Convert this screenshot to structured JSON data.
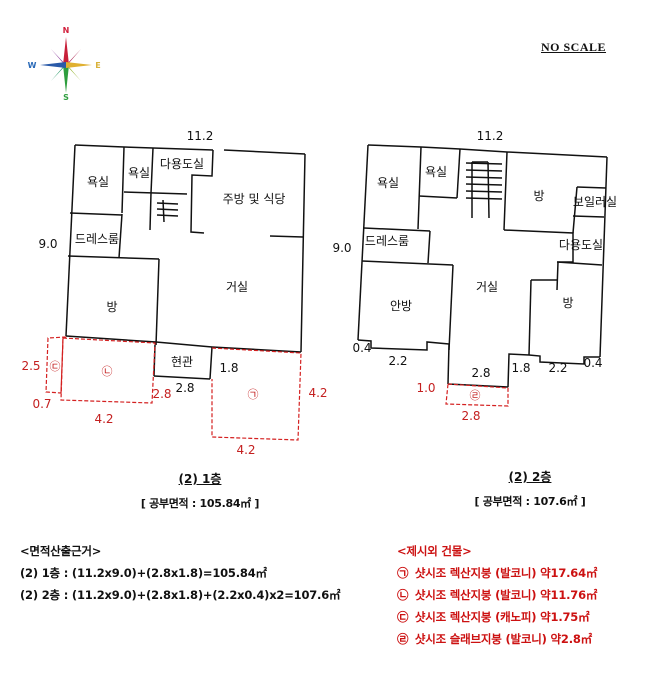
{
  "compass": {
    "north": "N",
    "south": "S",
    "east": "E",
    "west": "W",
    "colors": {
      "north": "#d21f3c",
      "south": "#2e9e3e",
      "east": "#d9b23a",
      "west": "#2a6ab8"
    }
  },
  "scale_note": "NO SCALE",
  "floor1": {
    "dim_top": "11.2",
    "dim_left": "9.0",
    "rooms": {
      "bath1": "욕실",
      "bath2": "욕실",
      "utility": "다용도실",
      "kitchen": "주방 및 식당",
      "dressroom": "드레스룸",
      "room": "방",
      "living": "거실",
      "entrance": "현관"
    },
    "dims_black": {
      "entrance_width": "2.8",
      "entrance_depth": "1.8"
    },
    "dims_red": {
      "c_height": "2.5",
      "c_width": "0.7",
      "b_width": "4.2",
      "b_height": "2.8",
      "a_width": "4.2",
      "a_height": "4.2"
    },
    "markers": {
      "a": "㉠",
      "b": "㉡",
      "c": "㉢"
    },
    "caption_title": "(2) 1층",
    "caption_area": "[ 공부면적 : 105.84㎡ ]"
  },
  "floor2": {
    "dim_top": "11.2",
    "dim_left": "9.0",
    "rooms": {
      "bath1": "욕실",
      "bath2": "욕실",
      "room_right": "방",
      "boiler": "보일러실",
      "dressroom": "드레스룸",
      "utility": "다용도실",
      "master": "안방",
      "living": "거실",
      "room_small": "방"
    },
    "dims_black": {
      "left_step": "0.4",
      "left_width": "2.2",
      "center_width": "2.8",
      "center_depth": "1.8",
      "right_width": "2.2",
      "right_step": "0.4"
    },
    "dims_red": {
      "d_height": "1.0",
      "d_width": "2.8"
    },
    "markers": {
      "d": "㉣"
    },
    "caption_title": "(2) 2층",
    "caption_area": "[ 공부면적 : 107.6㎡ ]"
  },
  "area_basis": {
    "title": "<면적산출근거>",
    "lines": [
      "(2) 1층 : (11.2x9.0)+(2.8x1.8)=105.84㎡",
      "(2) 2층 : (11.2x9.0)+(2.8x1.8)+(2.2x0.4)x2=107.6㎡"
    ]
  },
  "excluded_buildings": {
    "title": "<제시외 건물>",
    "color": "#cc1111",
    "items": [
      {
        "mark": "㉠",
        "text": "샷시조 렉산지붕 (발코니) 약17.64㎡"
      },
      {
        "mark": "㉡",
        "text": "샷시조 렉산지붕 (발코니) 약11.76㎡"
      },
      {
        "mark": "㉢",
        "text": "샷시조 렉산지붕 (캐노피) 약1.75㎡"
      },
      {
        "mark": "㉣",
        "text": "샷시조 슬래브지붕 (발코니) 약2.8㎡"
      }
    ]
  }
}
